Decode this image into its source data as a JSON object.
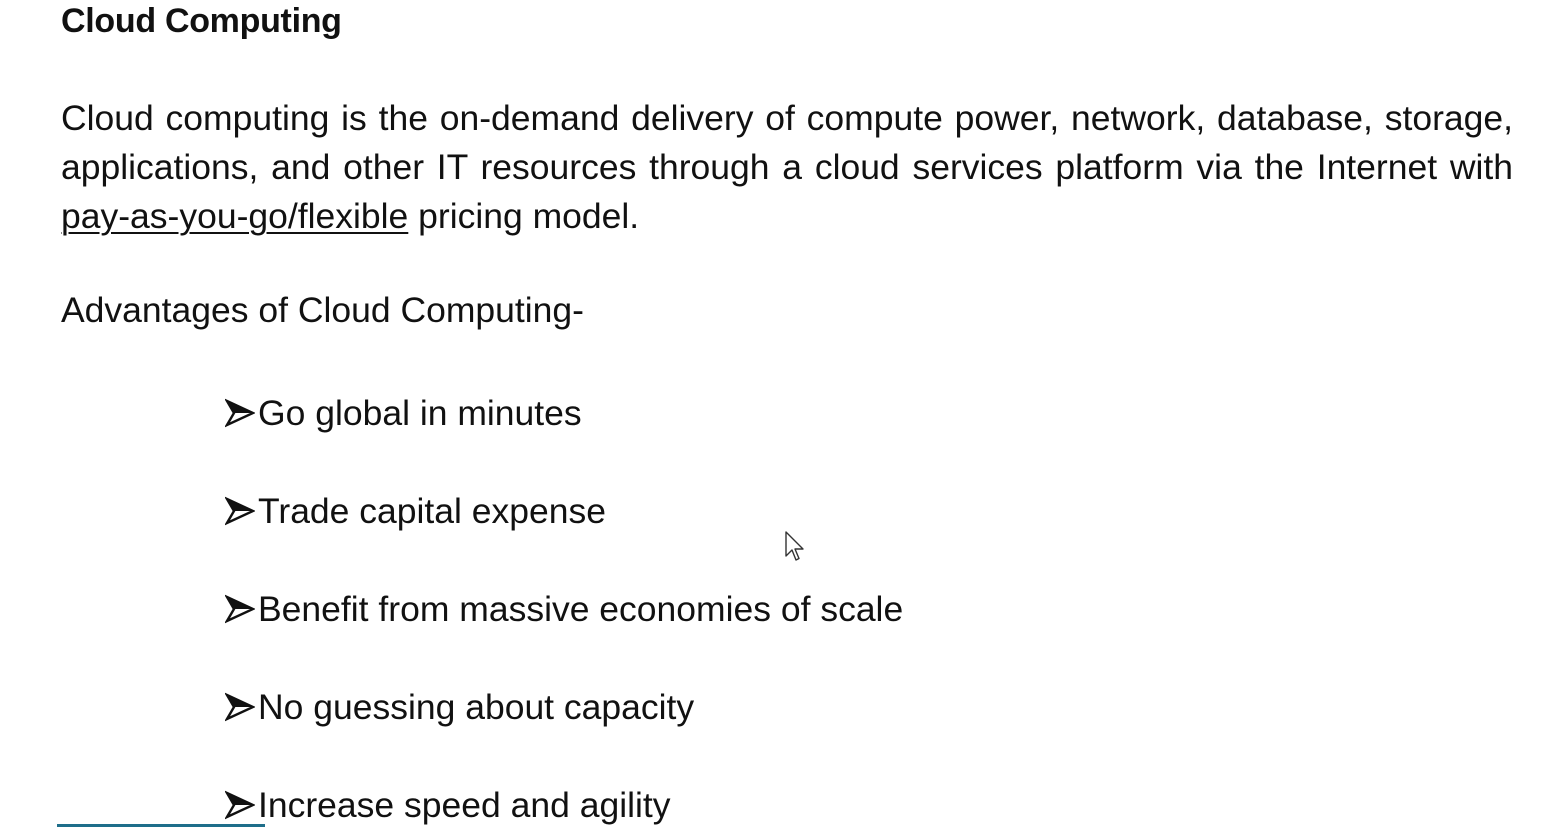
{
  "document": {
    "title": "Cloud Computing",
    "paragraph": {
      "before_link": "Cloud computing is the on-demand delivery of compute power, network, database, storage, applications, and other IT resources through a cloud services platform via the Internet with ",
      "link_text": "pay-as-you-go/flexible",
      "after_link": " pricing model."
    },
    "subheading": "Advantages of Cloud Computing-",
    "bullets": [
      "Go global in minutes",
      "Trade capital expense",
      "Benefit from massive economies of scale",
      "No guessing about capacity",
      "Increase speed and agility"
    ],
    "bullet_icon": "arrowhead-bullet-icon"
  },
  "cursor": {
    "icon": "mouse-pointer-icon"
  },
  "colors": {
    "text": "#111111",
    "background": "#ffffff",
    "rule": "#1e6e8a"
  }
}
